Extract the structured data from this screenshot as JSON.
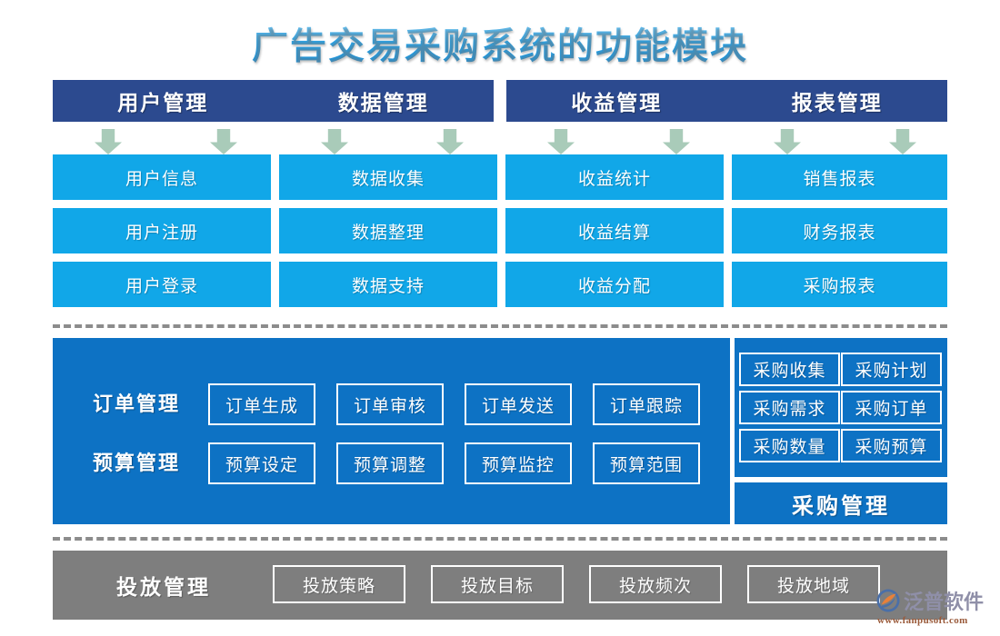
{
  "page": {
    "title": "广告交易采购系统的功能模块",
    "accent_blue": "#11a7e8",
    "header_blue": "#2c4a8f",
    "panel_blue": "#0d72c4",
    "gray": "#7e7e7e",
    "arrow_green": "#a9cbb9"
  },
  "top_section": {
    "header_groups": [
      {
        "cells": [
          "用户管理",
          "数据管理"
        ]
      },
      {
        "cells": [
          "收益管理",
          "报表管理"
        ]
      }
    ],
    "columns": [
      {
        "header": "用户管理",
        "items": [
          "用户信息",
          "用户注册",
          "用户登录"
        ]
      },
      {
        "header": "数据管理",
        "items": [
          "数据收集",
          "数据整理",
          "数据支持"
        ]
      },
      {
        "header": "收益管理",
        "items": [
          "收益统计",
          "收益结算",
          "收益分配"
        ]
      },
      {
        "header": "报表管理",
        "items": [
          "销售报表",
          "财务报表",
          "采购报表"
        ]
      }
    ],
    "arrow_count": 8
  },
  "mid_section": {
    "left_panel": {
      "rows": [
        {
          "label": "订单管理",
          "items": [
            "订单生成",
            "订单审核",
            "订单发送",
            "订单跟踪"
          ]
        },
        {
          "label": "预算管理",
          "items": [
            "预算设定",
            "预算调整",
            "预算监控",
            "预算范围"
          ]
        }
      ]
    },
    "right_panel": {
      "grid": [
        [
          "采购收集",
          "采购计划"
        ],
        [
          "采购需求",
          "采购订单"
        ],
        [
          "采购数量",
          "采购预算"
        ]
      ],
      "title": "采购管理"
    }
  },
  "bottom_section": {
    "label": "投放管理",
    "items": [
      "投放策略",
      "投放目标",
      "投放频次",
      "投放地域"
    ]
  },
  "logo": {
    "name": "泛普软件",
    "url": "www.fanpusoft.com",
    "icon": "fanpu-swoosh-icon",
    "colors": {
      "swoosh_orange": "#e8803a",
      "swoosh_blue": "#4a6fa8",
      "text": "#8f8fa8",
      "url": "#9a5a3a"
    }
  }
}
